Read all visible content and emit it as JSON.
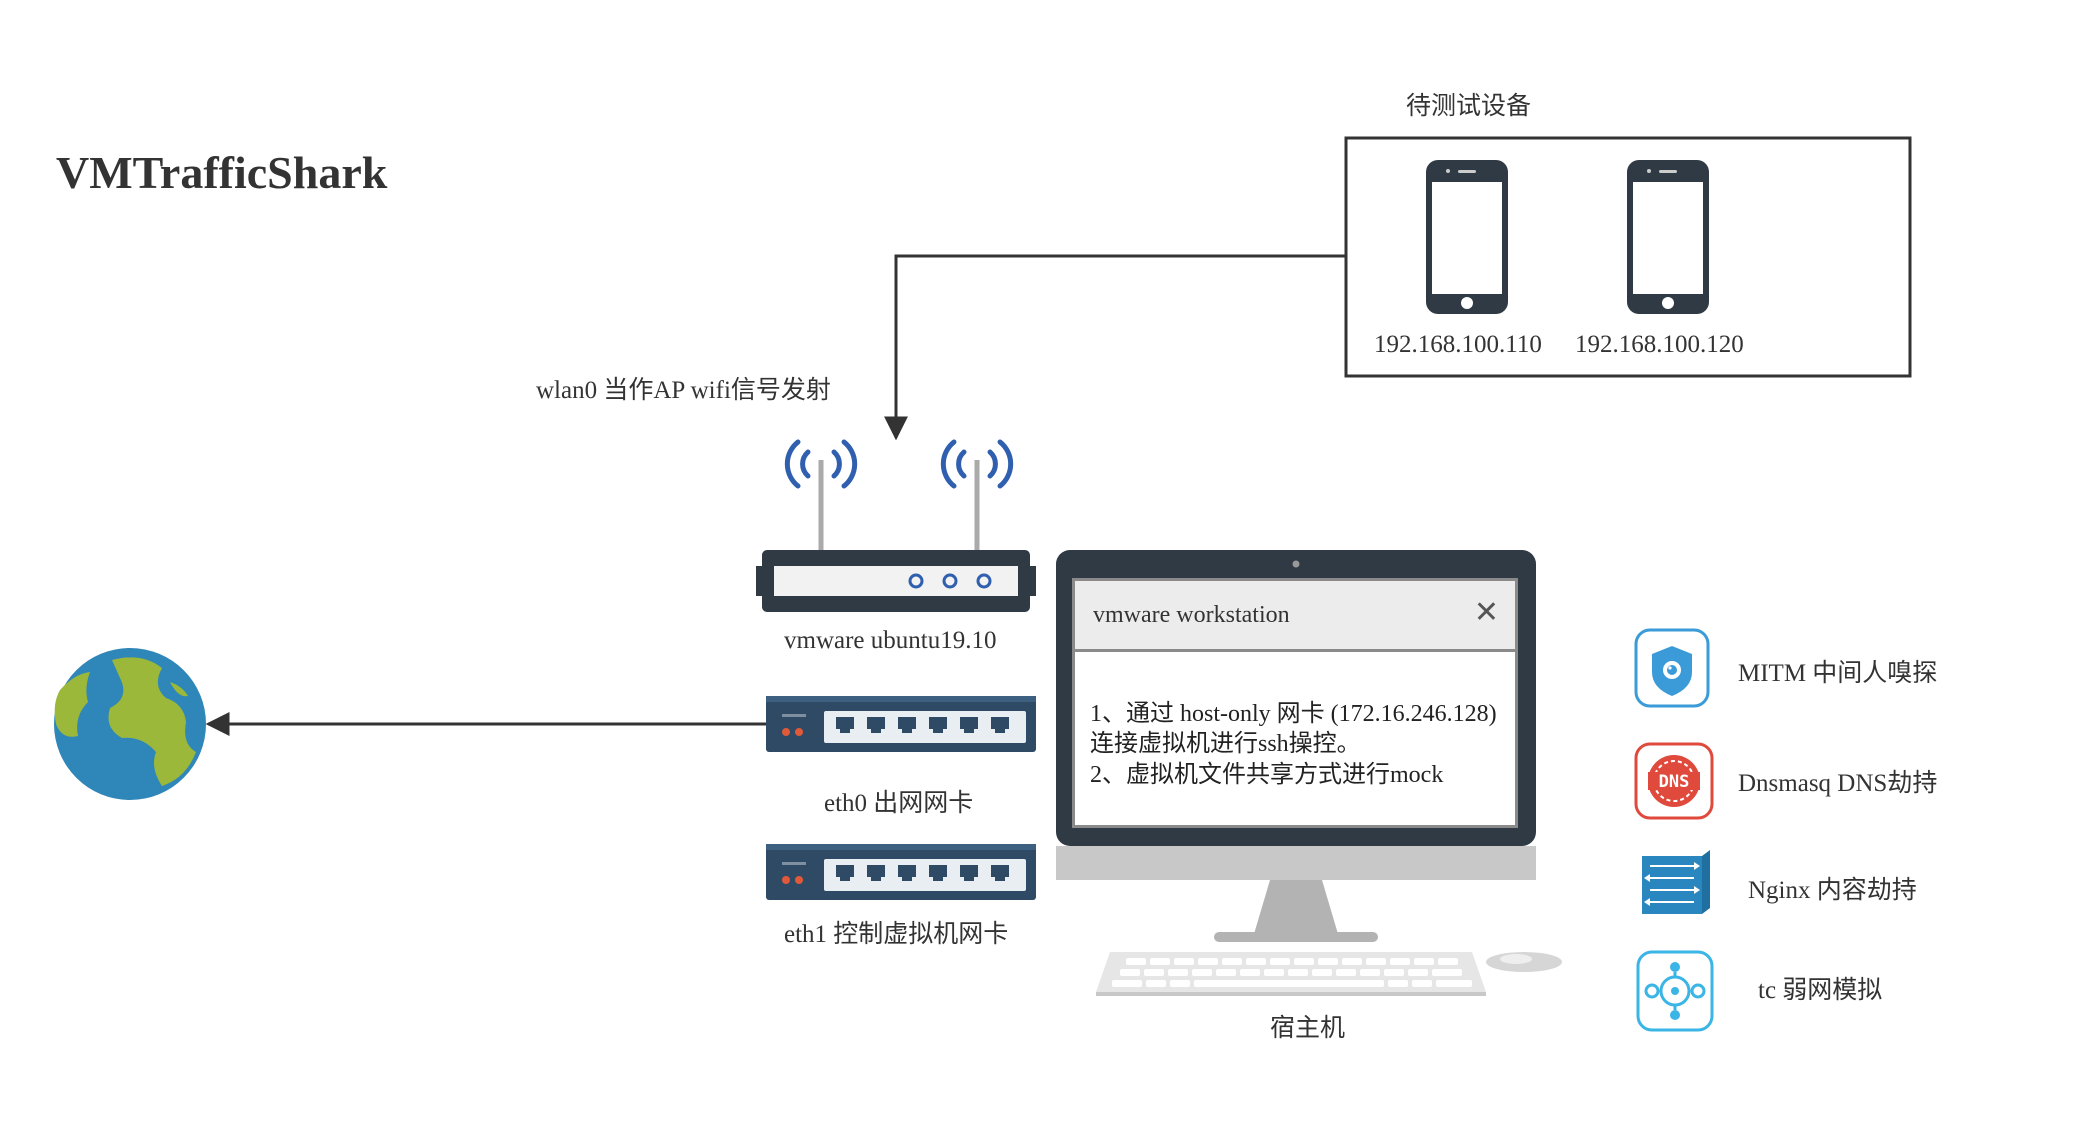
{
  "title": "VMTrafficShark",
  "devices": {
    "group_label": "待测试设备",
    "phones": [
      {
        "ip": "192.168.100.110"
      },
      {
        "ip": "192.168.100.120"
      }
    ]
  },
  "router": {
    "wlan_label": "wlan0 当作AP wifi信号发射",
    "name": "vmware ubuntu19.10"
  },
  "nics": {
    "eth0": "eth0 出网网卡",
    "eth1": "eth1 控制虚拟机网卡"
  },
  "host": {
    "label": "宿主机",
    "window_title": "vmware workstation",
    "lines": [
      "1、通过 host-only 网卡 (172.16.246.128)",
      "连接虚拟机进行ssh操控。",
      "2、虚拟机文件共享方式进行mock"
    ]
  },
  "features": [
    {
      "label": "MITM 中间人嗅探",
      "icon": "shield-camera-icon",
      "color": "#3a9bd8"
    },
    {
      "label": "Dnsmasq DNS劫持",
      "icon": "dns-icon",
      "color": "#e04a3c"
    },
    {
      "label": "Nginx 内容劫持",
      "icon": "nginx-switch-icon",
      "color": "#1f6fa0"
    },
    {
      "label": "tc 弱网模拟",
      "icon": "network-hub-icon",
      "color": "#3ab5e6"
    }
  ],
  "colors": {
    "line": "#333333",
    "wifi": "#2f5fae",
    "device_dark": "#2f3a44",
    "globe_ocean": "#2f86b8",
    "globe_land": "#9bb83a"
  }
}
